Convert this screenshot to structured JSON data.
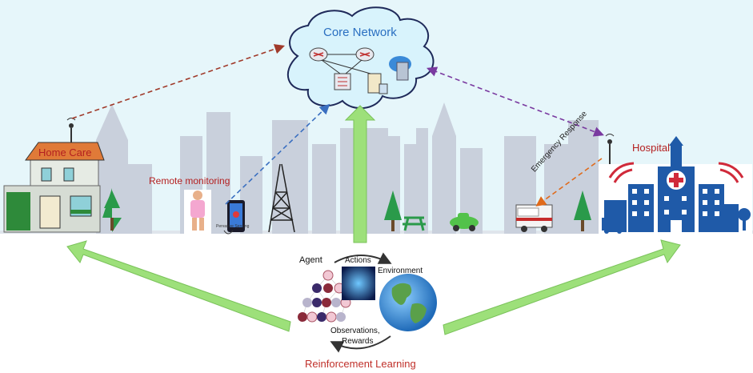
{
  "core_network": {
    "title": "Core Network"
  },
  "home_care": {
    "title": "Home Care"
  },
  "hospital": {
    "title": "Hospital"
  },
  "remote_monitoring": {
    "label": "Remote monitoring",
    "sensing_text": "Pervasive Sensing"
  },
  "emergency": {
    "label": "Emergency Response"
  },
  "reinforcement_learning": {
    "title": "Reinforcement Learning",
    "agent": "Agent",
    "actions": "Actions",
    "environment": "Environment",
    "observations": "Observations,",
    "rewards": "Rewards"
  },
  "colors": {
    "sky": "#e6f6fa",
    "skyline": "#c9d0dc",
    "cloud_fill": "#d8f3fc",
    "cloud_stroke": "#1f2a5a",
    "arrow_home": "#a03a2a",
    "arrow_remote": "#3a6fc0",
    "arrow_hospital": "#7a3aa0",
    "arrow_emergency": "#e06a1a",
    "green_arrow": "#9de07a",
    "hospital_blue": "#1f5aa8",
    "tree_green": "#2a9a4a"
  }
}
